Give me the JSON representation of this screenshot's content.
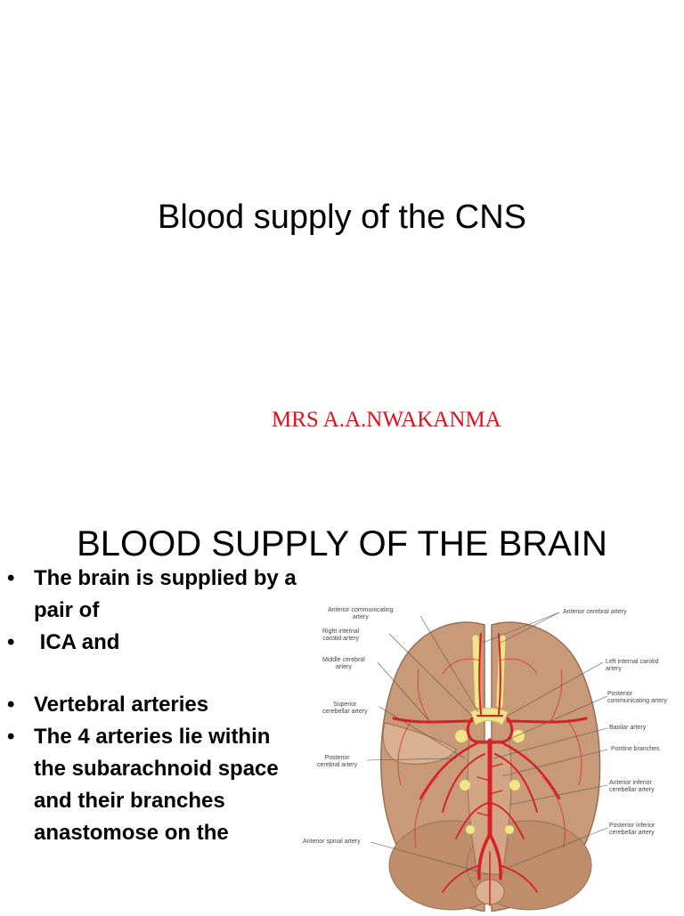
{
  "slide1": {
    "title": "Blood supply of the CNS",
    "author": "MRS A.A.NWAKANMA"
  },
  "slide2": {
    "title": "BLOOD SUPPLY OF THE BRAIN",
    "bullets": [
      "The brain is supplied by a pair of",
      " ICA and",
      "Vertebral arteries",
      "The 4 arteries lie within the subarachnoid space and their branches anastomose on the"
    ],
    "figure_labels": {
      "anterior_communicating": [
        "Anterior communicating",
        "artery"
      ],
      "anterior_cerebral": "Anterior cerebral artery",
      "right_internal_carotid": [
        "Right internal",
        "carotid artery"
      ],
      "left_internal_carotid": [
        "Left internal carotid",
        "artery"
      ],
      "middle_cerebral": [
        "Middle cerebral",
        "artery"
      ],
      "posterior_communicating": [
        "Posterior",
        "communicating artery"
      ],
      "superior_cerebellar": [
        "Superior",
        "cerebellar artery"
      ],
      "basilar": "Basilar artery",
      "pontine": "Pontine branches",
      "posterior_cerebral": [
        "Posterior",
        "cerebral artery"
      ],
      "anterior_inferior_cerebellar": [
        "Anterior inferior",
        "cerebellar artery"
      ],
      "posterior_inferior_cerebellar": [
        "Posterior inferior",
        "cerebellar artery"
      ],
      "anterior_spinal": "Anterior spinal artery"
    }
  },
  "colors": {
    "author": "#e0101c",
    "brain": "#c99a78",
    "artery": "#d81f26",
    "nerve": "#f1e58a"
  }
}
